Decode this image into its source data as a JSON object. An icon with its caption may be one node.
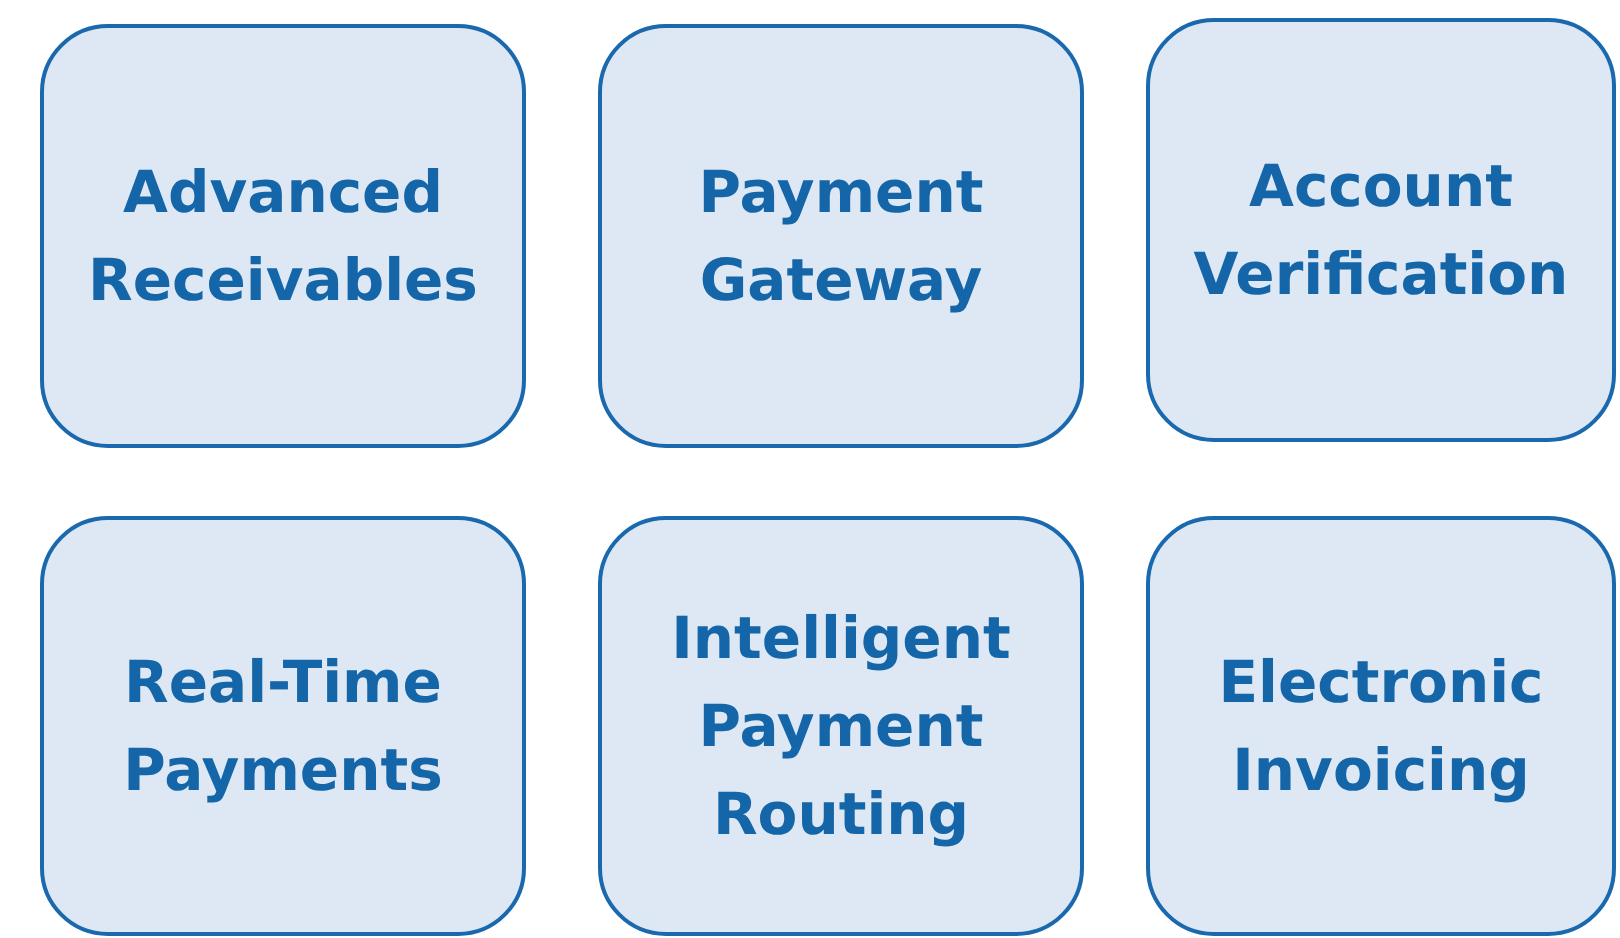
{
  "diagram": {
    "nodes": [
      {
        "text": [
          "Advanced Receivables"
        ]
      },
      {
        "text": [
          "Payment Gateway"
        ]
      },
      {
        "text": [
          "Account Verification"
        ]
      },
      {
        "text": [
          "Real-Time Payments"
        ]
      },
      {
        "text": [
          "Intelligent Payment Routing"
        ]
      },
      {
        "text": [
          "Electronic Invoicing"
        ]
      }
    ]
  }
}
